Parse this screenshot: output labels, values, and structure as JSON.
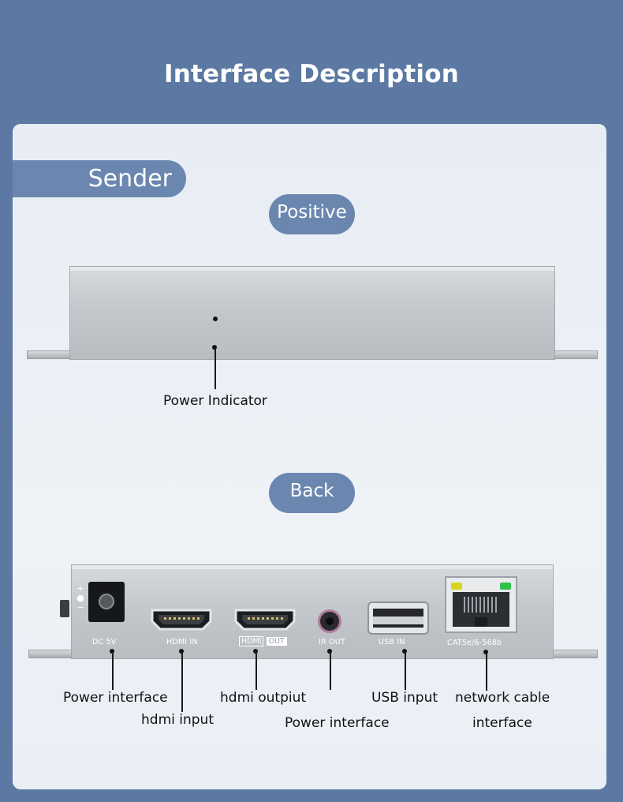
{
  "header": {
    "title": "Interface Description"
  },
  "panel": {
    "section_tab": "Sender",
    "front": {
      "pill_label": "Positive",
      "callouts": {
        "power_indicator": "Power Indicator"
      }
    },
    "back": {
      "pill_label": "Back",
      "port_labels": {
        "dc": "DC 5V",
        "hdmi_in": "HDMI IN",
        "hdmi_out_a": "HDMI",
        "hdmi_out_b": "OUT",
        "ir_out": "IR OUT",
        "usb_in": "USB  IN",
        "cat": "CAT5e/6-568b"
      },
      "callouts": {
        "power_interface_1": "Power interface",
        "hdmi_input": "hdmi input",
        "hdmi_output": "hdmi outpiut",
        "power_interface_2": "Power interface",
        "usb_input": "USB input",
        "network_line1": "network cable",
        "network_line2": "interface"
      }
    }
  },
  "colors": {
    "background": "#5b79a2",
    "panel": "#e9eef5",
    "pill": "#6b87af",
    "led_yellow": "#d8d51f",
    "led_green": "#2fc24a"
  }
}
